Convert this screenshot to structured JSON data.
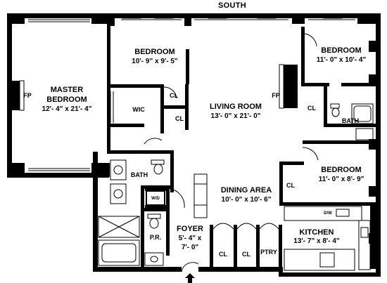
{
  "orientation": {
    "label": "SOUTH"
  },
  "rooms": {
    "master_bedroom": {
      "name_line1": "MASTER",
      "name_line2": "BEDROOM",
      "dims": "12'- 4\" x 21'- 4\""
    },
    "bedroom_1": {
      "name": "BEDROOM",
      "dims": "10'- 9\" x 9'- 5\""
    },
    "bedroom_2": {
      "name": "BEDROOM",
      "dims": "11'- 0\" x 10'- 4\""
    },
    "bedroom_3": {
      "name": "BEDROOM",
      "dims": "11'- 0\" x 8'- 9\""
    },
    "living_room": {
      "name": "LIVING ROOM",
      "dims": "13'- 0\" x 21'- 0\""
    },
    "dining_area": {
      "name": "DINING AREA",
      "dims": "10'- 0\" x 10'- 6\""
    },
    "foyer": {
      "name": "FOYER",
      "dims_line1": "5'- 4\" x",
      "dims_line2": "7'- 0\""
    },
    "kitchen": {
      "name": "KITCHEN",
      "dims": "13'- 7\" x 8'- 4\""
    }
  },
  "small_labels": {
    "fp_master": "FP",
    "fp_living": "FP",
    "wic": "WIC",
    "cl_bedroom1_a": "CL",
    "cl_bedroom1_b": "CL",
    "cl_bedroom2": "CL",
    "cl_bedroom3": "CL",
    "bath_1": "BATH",
    "bath_2": "BATH",
    "powder_room": "P.R.",
    "cl_foyer_1": "CL",
    "cl_foyer_2": "CL",
    "pantry": "PTRY",
    "washer_dryer": "W/D",
    "dishwasher": "D/W"
  }
}
